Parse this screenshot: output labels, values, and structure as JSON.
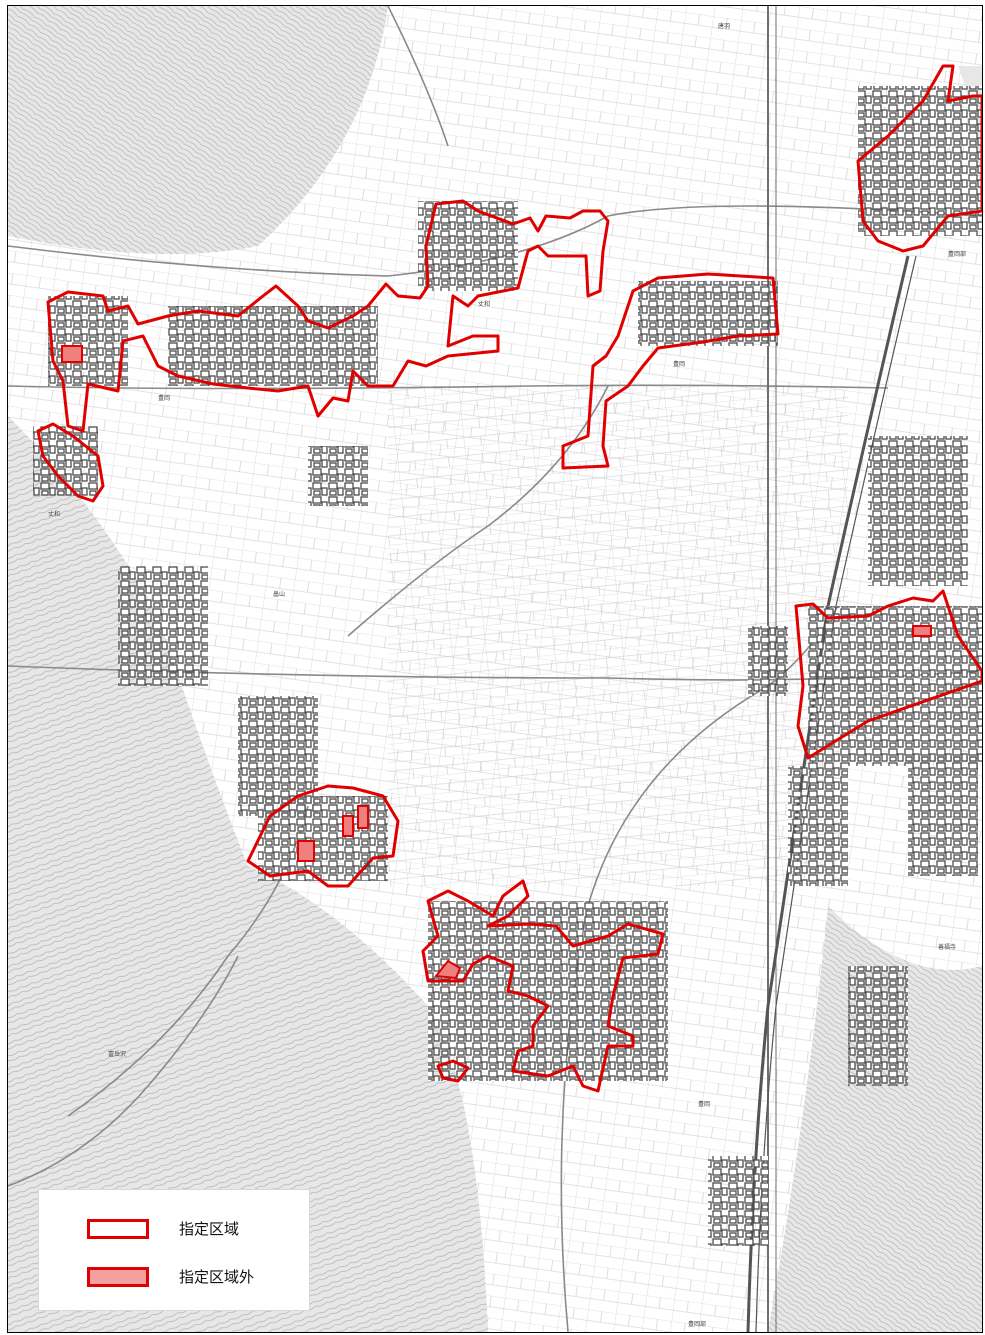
{
  "legend": {
    "items": [
      {
        "label": "指定区域",
        "style": "outline",
        "color": "#e00000"
      },
      {
        "label": "指定区域外",
        "style": "filled",
        "color": "#e00000",
        "fill": "#f4a0a0"
      }
    ]
  },
  "map": {
    "place_labels": [
      "豊岡",
      "豊岡",
      "豊岡",
      "丈和",
      "丈和",
      "唐羽",
      "善福寺",
      "畠山",
      "畠山",
      "富岳沢",
      "豊岡部",
      "豊岡部"
    ],
    "colors": {
      "designated_area": "#e00000",
      "outside_area_fill": "#f08080",
      "buildings": "#555555",
      "field_lines": "#bdbdbd",
      "terrain": "#c4c4c4",
      "roads": "#8a8a8a"
    }
  }
}
